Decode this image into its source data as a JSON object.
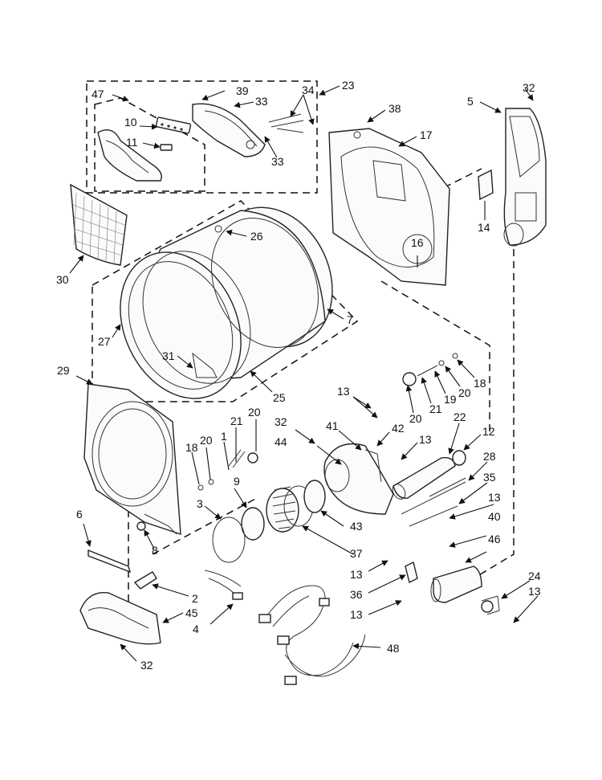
{
  "callouts": [
    "47",
    "39",
    "33",
    "34",
    "23",
    "10",
    "11",
    "33",
    "38",
    "17",
    "32",
    "5",
    "14",
    "26",
    "16",
    "30",
    "27",
    "7",
    "31",
    "25",
    "18",
    "20",
    "19",
    "21",
    "20",
    "29",
    "13",
    "32",
    "41",
    "42",
    "22",
    "13",
    "12",
    "21",
    "20",
    "44",
    "1",
    "20",
    "18",
    "28",
    "9",
    "35",
    "3",
    "43",
    "6",
    "8",
    "37",
    "13",
    "40",
    "46",
    "2",
    "13",
    "36",
    "24",
    "13",
    "45",
    "4",
    "13",
    "48",
    "32"
  ]
}
